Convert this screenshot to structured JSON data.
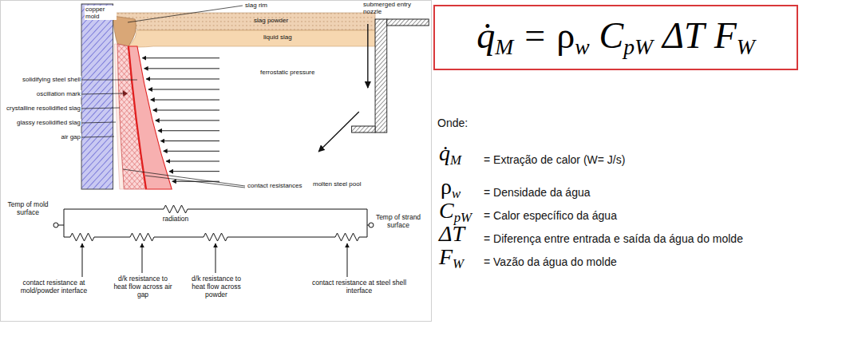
{
  "diagram": {
    "nodes": [
      {
        "text": [
          "q̇",
          "M",
          "=",
          "ρ",
          "w",
          "C",
          "pW",
          "ΔT",
          "F",
          "W"
        ]
      }
    ],
    "labels": [
      "copper mold",
      "slag rim",
      "submerged entry nozzle",
      "slag powder",
      "liquid slag",
      "ferrostatic pressure",
      "solidifying steel shell",
      "oscillation mark",
      "crystalline resolidified slag",
      "glassy resolidified slag",
      "air gap",
      "molten steel pool",
      "contact resistances",
      "Temp of mold surface",
      "radiation",
      "Temp of strand surface",
      "contact resistance at mold/powder interface",
      "d/k resistance to heat flow across air gap",
      "d/k resistance to heat flow across powder",
      "contact resistance at steel shell interface",
      "Onde:",
      "q̇",
      "M",
      "= Extração de calor (W= J/s)",
      "ρ",
      "w",
      "= Densidade da água",
      "C",
      "pW",
      "= Calor específico da água",
      "ΔT",
      "= Diferença entre entrada e saída da água do molde",
      "F",
      "W",
      "= Vazão da água do molde"
    ]
  }
}
